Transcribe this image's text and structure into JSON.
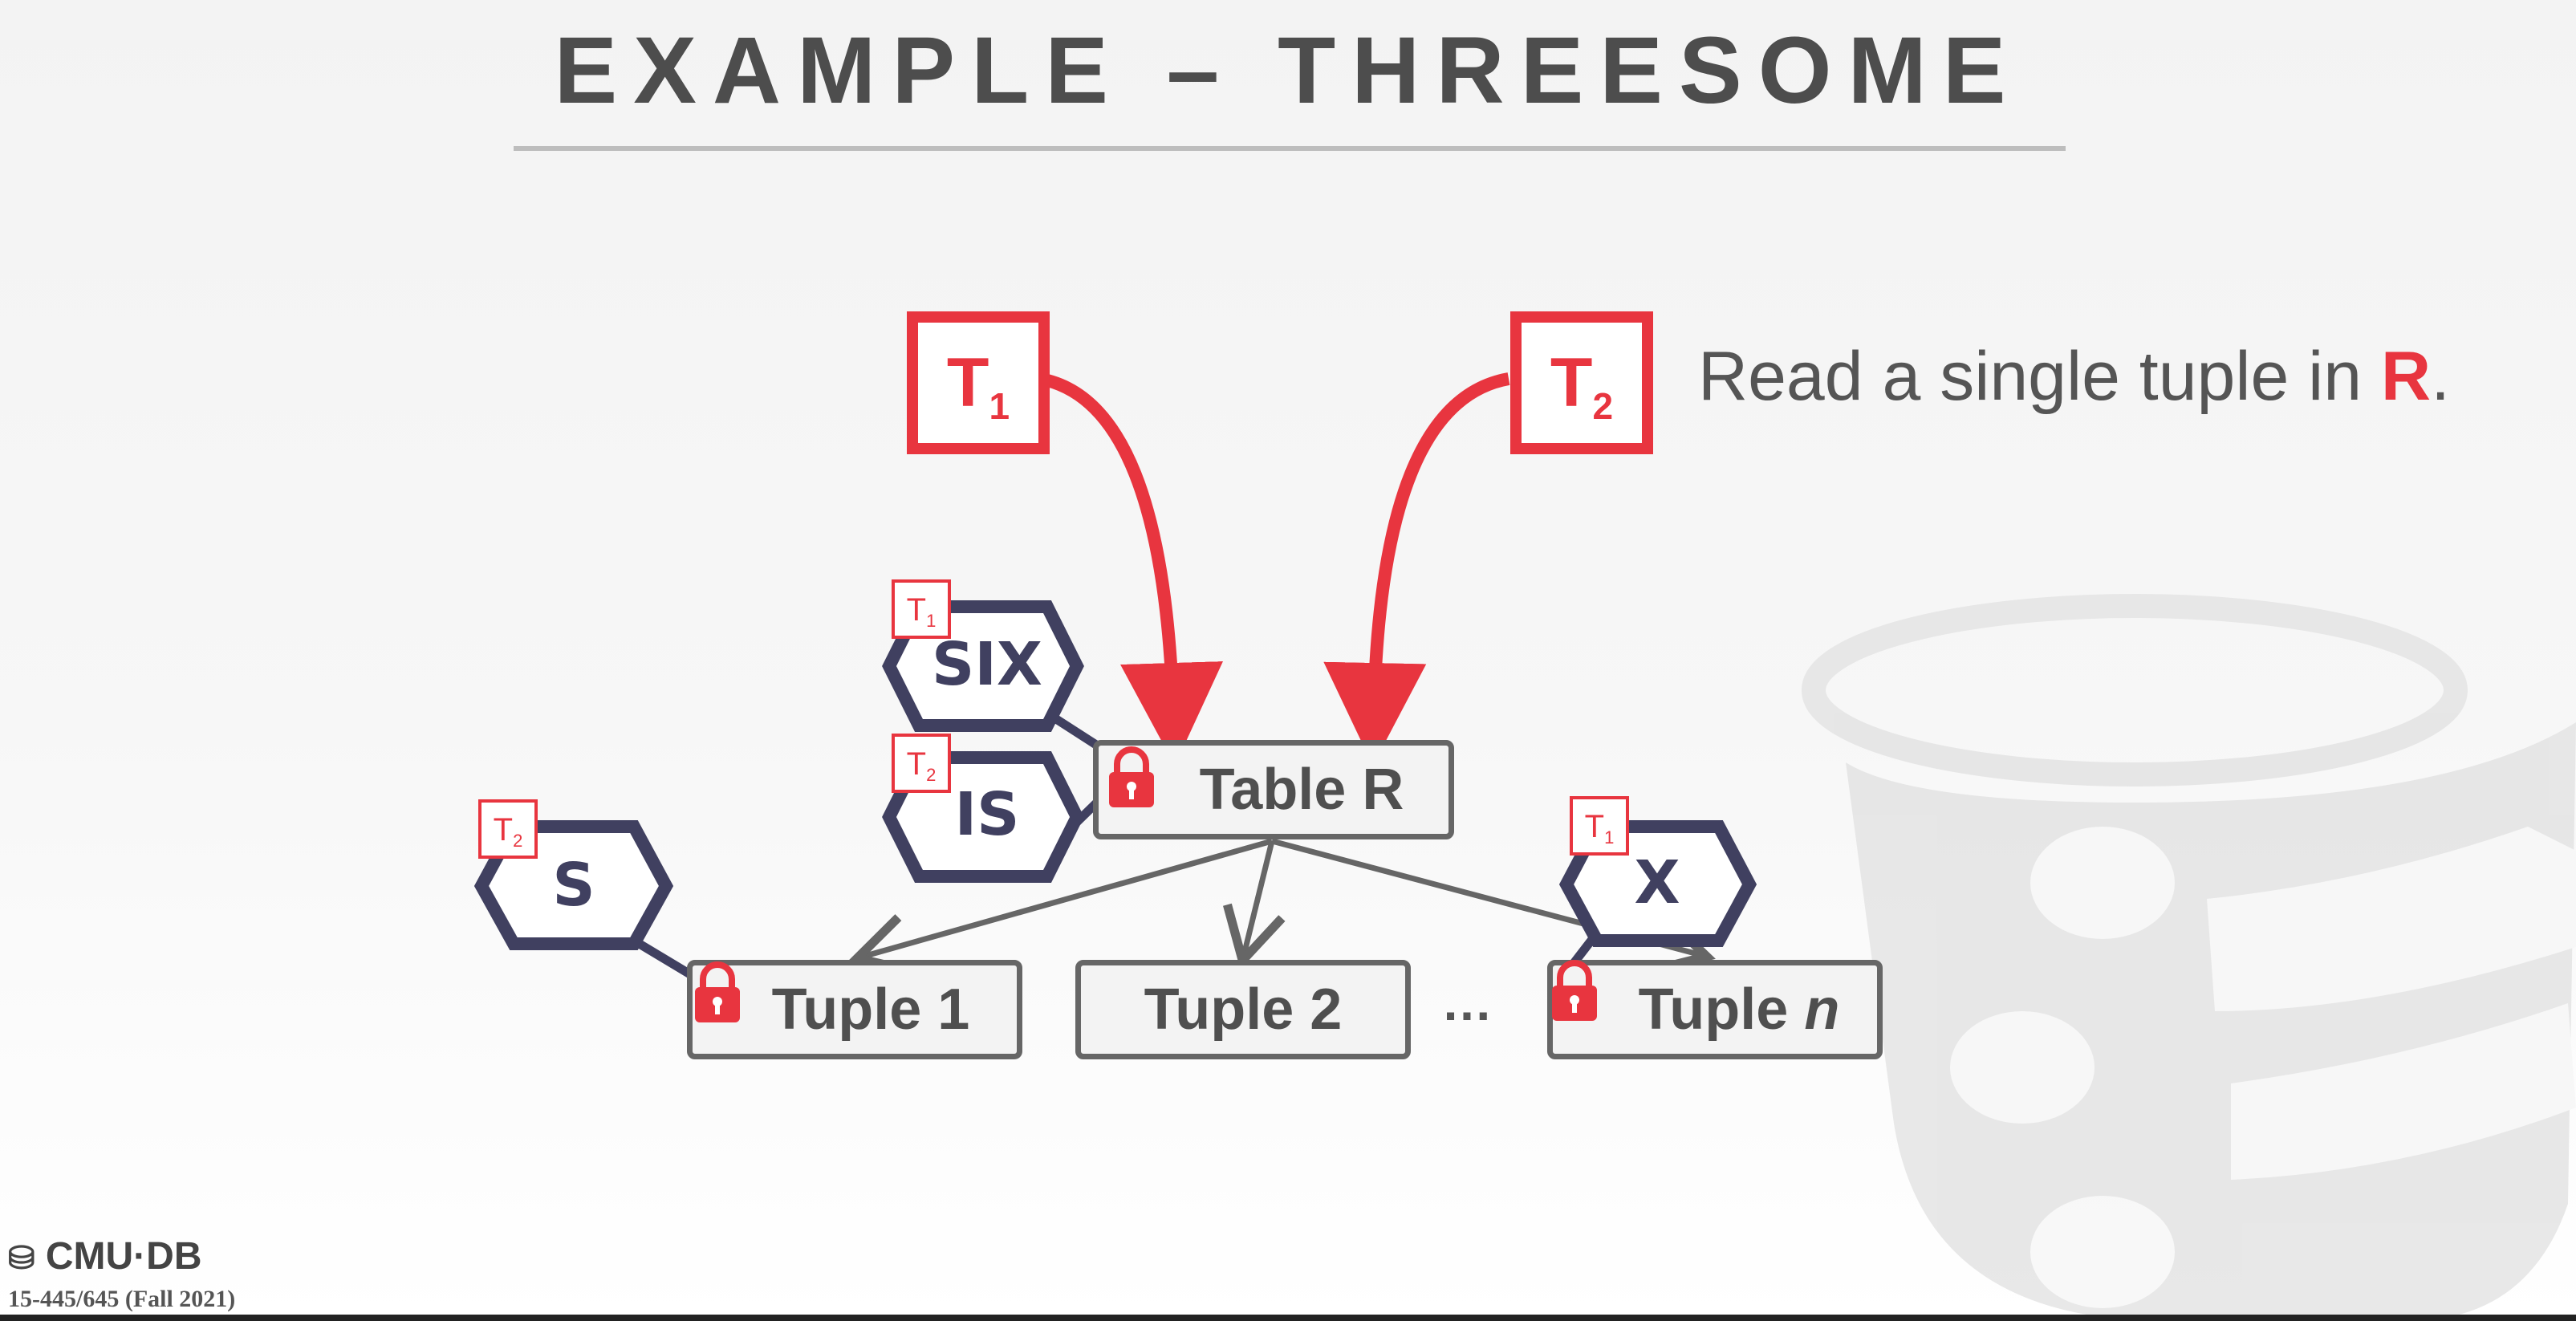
{
  "title": "EXAMPLE – THREESOME",
  "transactions": {
    "t1": {
      "letter": "T",
      "sub": "1"
    },
    "t2": {
      "letter": "T",
      "sub": "2"
    }
  },
  "description": {
    "text": "Read a single tuple in ",
    "relation": "R",
    "end": "."
  },
  "table": {
    "label": "Table R"
  },
  "tuples": {
    "t1": "Tuple 1",
    "t2": "Tuple 2",
    "tn_prefix": "Tuple ",
    "tn_var": "n",
    "ellipsis": "…"
  },
  "locks": {
    "six": {
      "mode": "SIX",
      "holder": "T",
      "holder_sub": "1"
    },
    "is": {
      "mode": "IS",
      "holder": "T",
      "holder_sub": "2"
    },
    "s": {
      "mode": "S",
      "holder": "T",
      "holder_sub": "2"
    },
    "x": {
      "mode": "X",
      "holder": "T",
      "holder_sub": "1"
    }
  },
  "footer": {
    "logo": "CMU·DB",
    "course": "15-445/645 (Fall 2021)"
  },
  "colors": {
    "accent": "#e8353f",
    "lock_border": "#404060",
    "node_border": "#666666"
  }
}
